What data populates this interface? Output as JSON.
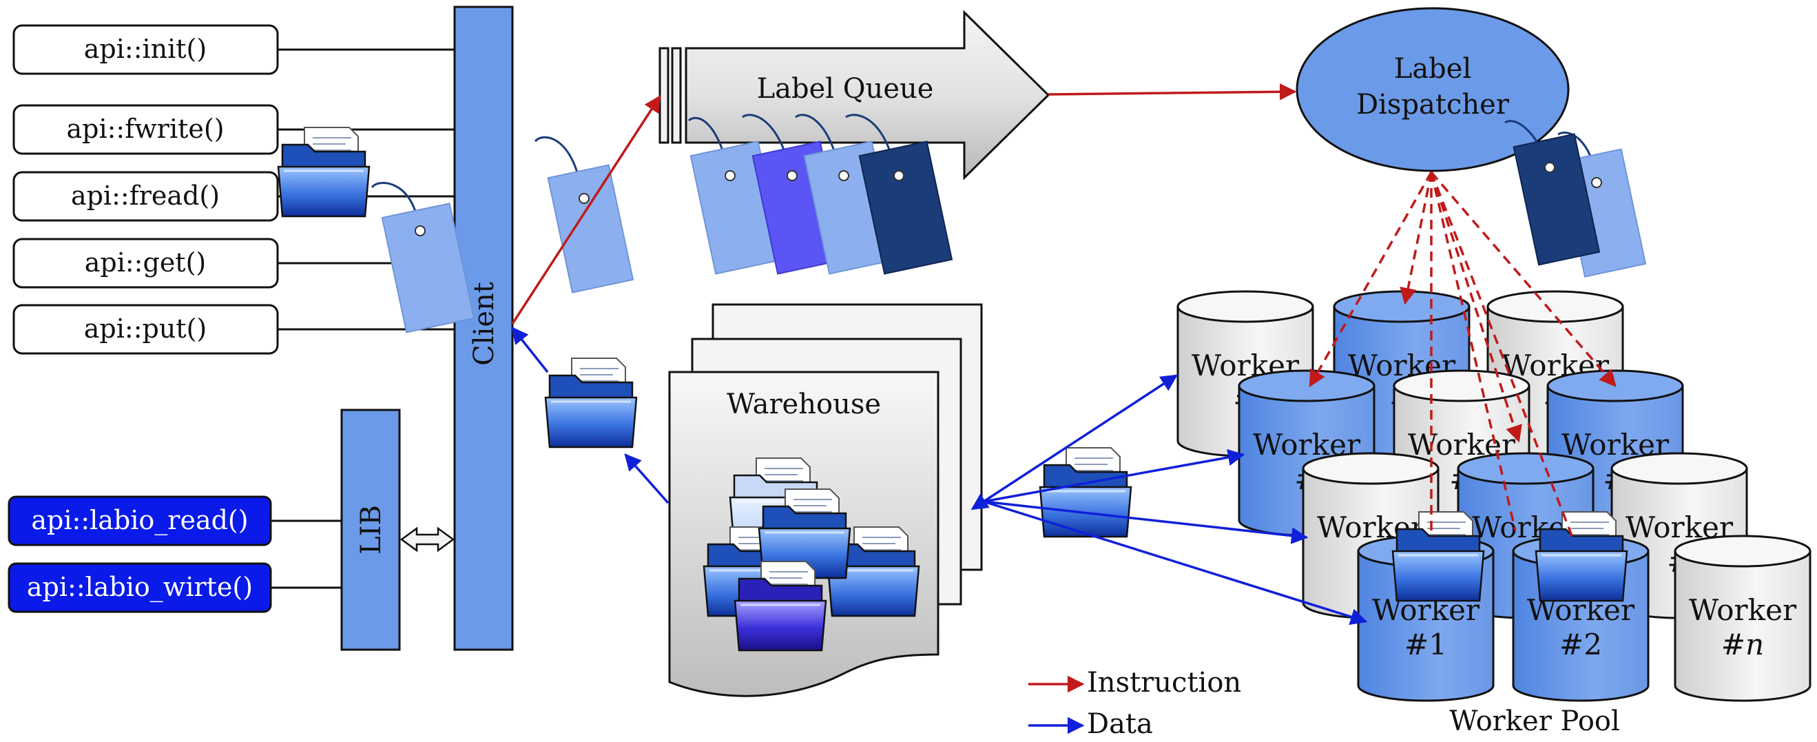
{
  "api_functions": [
    "api::init()",
    "api::fwrite()",
    "api::fread()",
    "api::get()",
    "api::put()"
  ],
  "lib_functions": [
    "api::labio_read()",
    "api::labio_wirte()"
  ],
  "client_label": "Client",
  "lib_label": "LIB",
  "label_queue": "Label Queue",
  "dispatcher": {
    "line1": "Label",
    "line2": "Dispatcher"
  },
  "warehouse": "Warehouse",
  "worker": {
    "word": "Worker",
    "hidden_id": "#",
    "id1": "#1",
    "id2": "#2",
    "idn_prefix": "#",
    "idn_var": "n"
  },
  "legend": {
    "instruction": "Instruction",
    "data": "Data"
  },
  "pool_label": "Worker Pool",
  "colors": {
    "blue": "#6b9ae8",
    "dark_blue": "#0a1ae8",
    "instruction": "#c01a1a",
    "data": "#1020d8",
    "tag_light": "#8cb0ef",
    "tag_mid": "#5b55f5",
    "tag_dark": "#1a3c78"
  }
}
